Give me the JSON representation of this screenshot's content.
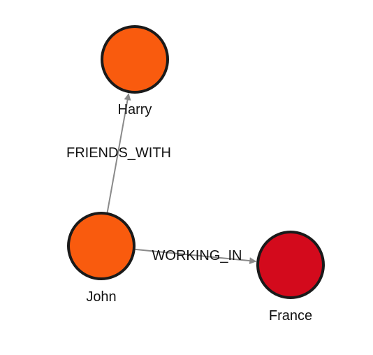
{
  "graph": {
    "nodes": [
      {
        "id": "harry",
        "label": "Harry",
        "color": "#f95b0e"
      },
      {
        "id": "john",
        "label": "John",
        "color": "#f95b0e"
      },
      {
        "id": "france",
        "label": "France",
        "color": "#d30a1c"
      }
    ],
    "edges": [
      {
        "id": "friends",
        "source": "john",
        "target": "harry",
        "label": "FRIENDS_WITH"
      },
      {
        "id": "working",
        "source": "john",
        "target": "france",
        "label": "WORKING_IN"
      }
    ],
    "edge_color": "#8a8a8a",
    "node_stroke": "#1a1a1a"
  }
}
